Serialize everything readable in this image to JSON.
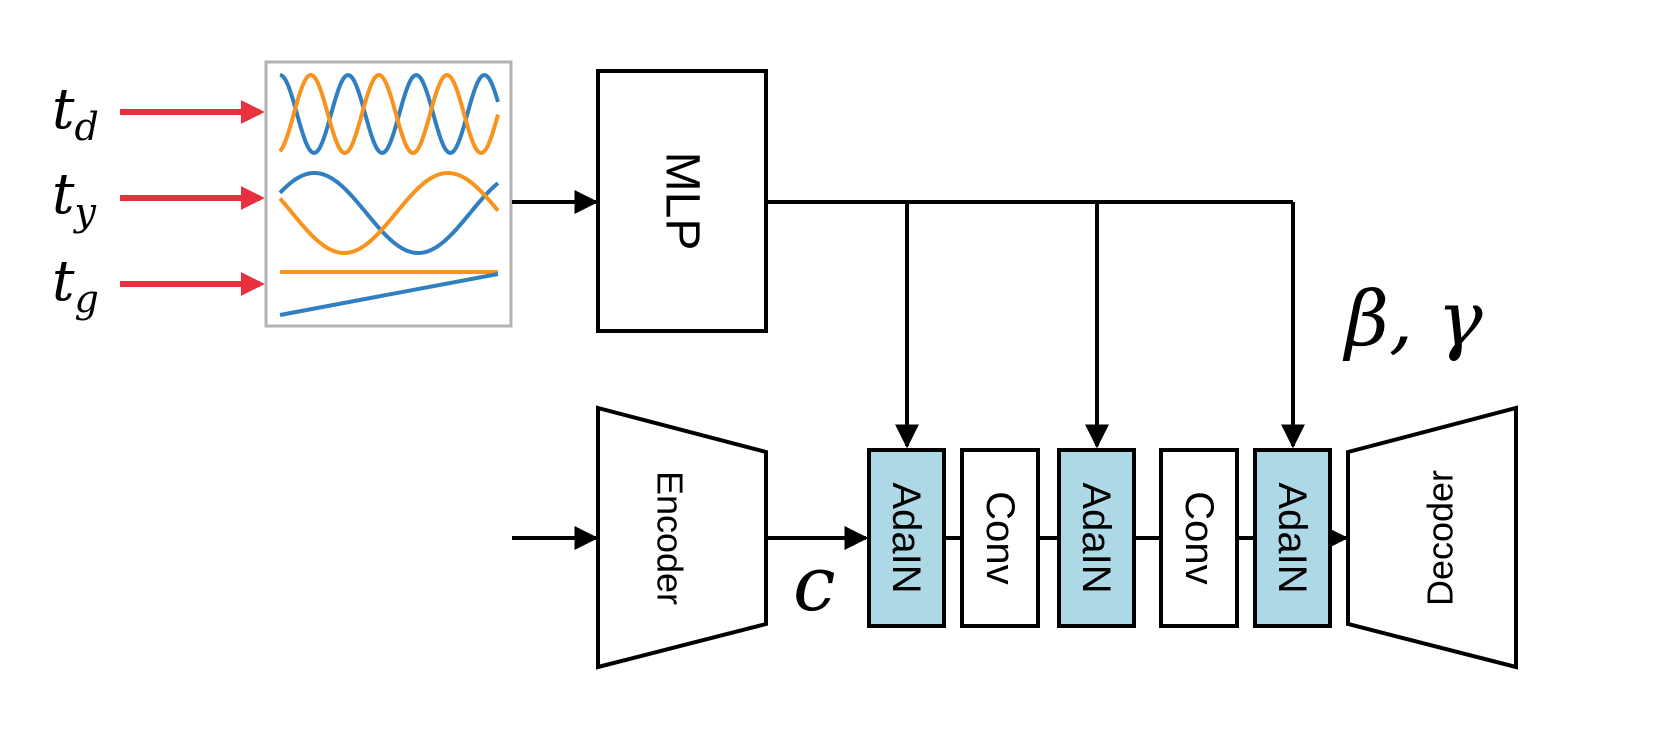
{
  "inputs": {
    "t_d": {
      "base": "t",
      "sub": "d"
    },
    "t_y": {
      "base": "t",
      "sub": "y"
    },
    "t_g": {
      "base": "t",
      "sub": "g"
    }
  },
  "blocks": {
    "mlp": "MLP",
    "encoder": "Encoder",
    "decoder": "Decoder",
    "adain_1": "AdaIN",
    "conv_1": "Conv",
    "adain_2": "AdaIN",
    "conv_2": "Conv",
    "adain_3": "AdaIN"
  },
  "labels": {
    "content": "c",
    "params": "β, γ"
  },
  "colors": {
    "input_arrow": "#e8303f",
    "curve_blue": "#2f7fc1",
    "curve_orange": "#f7931e",
    "adain_fill": "#add8e6",
    "line": "#000000",
    "plot_border": "#b3b3b3"
  }
}
